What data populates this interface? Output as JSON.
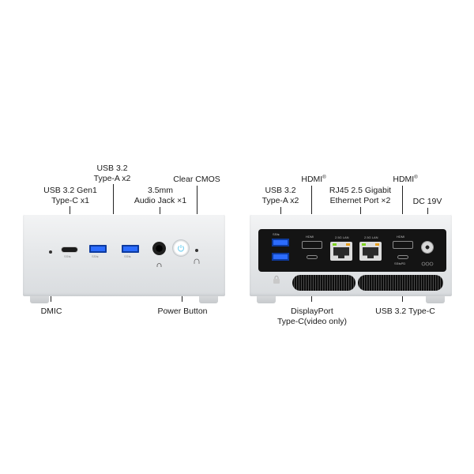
{
  "front_labels": {
    "usb_a": [
      "USB 3.2",
      "Type-A x2"
    ],
    "usb_c": [
      "USB 3.2 Gen1",
      "Type-C x1"
    ],
    "audio": [
      "3.5mm",
      "Audio Jack ×1"
    ],
    "clear_cmos": "Clear CMOS",
    "dmic": "DMIC",
    "power": "Power Button"
  },
  "rear_labels": {
    "hdmi_left": "HDMI",
    "hdmi_right": "HDMI",
    "trademark": "®",
    "usb_a": [
      "USB 3.2",
      "Type-A x2"
    ],
    "lan": [
      "RJ45 2.5 Gigabit",
      "Ethernet Port ×2"
    ],
    "dc": "DC 19V",
    "displayport": [
      "DisplayPort",
      "Type-C(video only)"
    ],
    "usb_c": "USB 3.2 Type-C"
  },
  "port_markings": {
    "hdmi": "HDMI",
    "lan": "2.5G LAN",
    "ss": "SS⇆",
    "ss_pd": "SS⇆PD"
  },
  "colors": {
    "chassis": "#e4e6e8",
    "usb_blue": "#2c6cff",
    "panel": "#141414",
    "power_glow": "#7fd4f2",
    "lan_led": "#7ed321"
  },
  "icons": [
    "headphone-icon",
    "power-icon",
    "lock-icon",
    "dc-polarity-icon"
  ]
}
